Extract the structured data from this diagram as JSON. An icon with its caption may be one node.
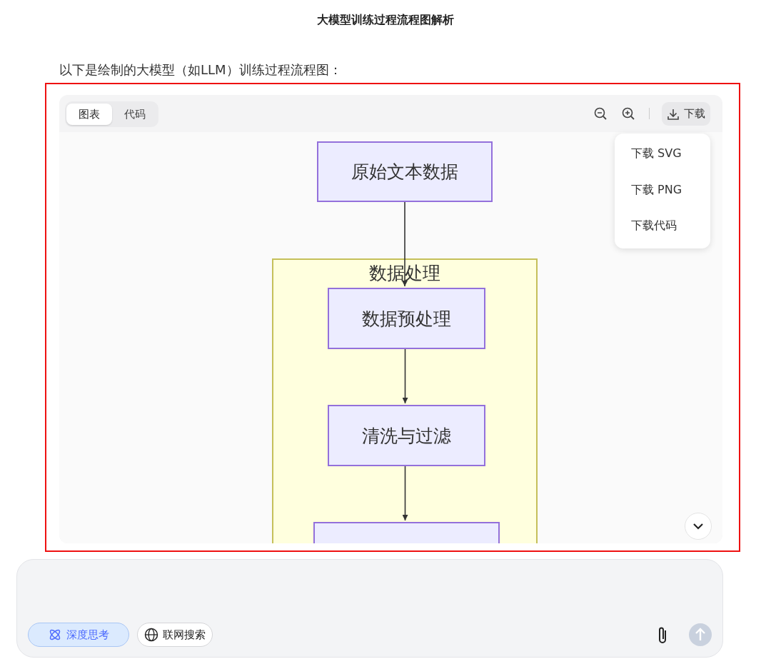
{
  "diagram": {
    "title": "大模型训练过程流程图解析",
    "nodes": [
      {
        "text": [
          "原始文本数据"
        ]
      },
      {
        "text": [
          "数据处理"
        ]
      },
      {
        "text": [
          "数据预处理"
        ],
        "in": 1
      },
      {
        "text": [
          "清洗与过滤"
        ],
        "in": 1
      },
      {
        "text": [],
        "shape": "box",
        "in": 1
      }
    ],
    "edges": [
      {
        "from": 0,
        "to": 2,
        "arrow": "to"
      },
      {
        "from": 2,
        "to": 3,
        "arrow": "to"
      },
      {
        "from": 3,
        "to": 4,
        "arrow": "to"
      }
    ],
    "labels": [
      "以下是绘制的大模型（如LLM）训练过程流程图：",
      "图表",
      "代码",
      "下载",
      "下载 SVG",
      "下载 PNG",
      "下载代码",
      "深度思考",
      "联网搜索"
    ]
  }
}
